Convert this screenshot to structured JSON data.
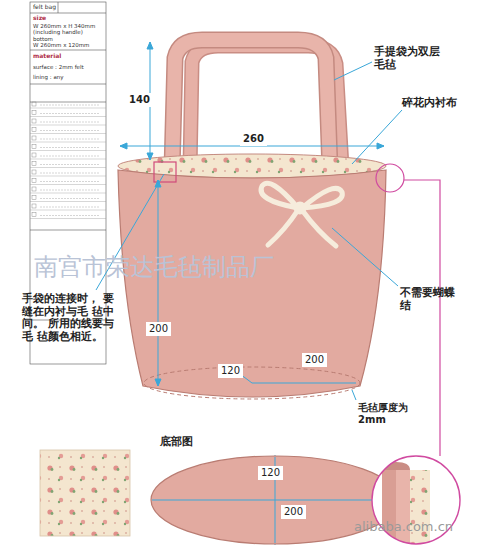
{
  "diagram": {
    "labels": [
      "felt bag",
      "size",
      "W 260mm x H 340mm (including handle)",
      "bottom",
      "W 260mm x 120mm",
      "material",
      "surface : 2mm felt",
      "lining : any",
      "140",
      "260",
      "手提袋为双层 毛毡",
      "碎花内衬布",
      "不需要蝴蝶 结",
      "手袋的连接时， 要缝在内衬与毛 毡中间。 所用的线要与毛 毡颜色相近。",
      "200",
      "120",
      "200",
      "毛毡厚度为 2mm",
      "底部图",
      "120",
      "200",
      "南宫市荣达毛毡制品厂",
      "alibaba.com.cn"
    ]
  }
}
